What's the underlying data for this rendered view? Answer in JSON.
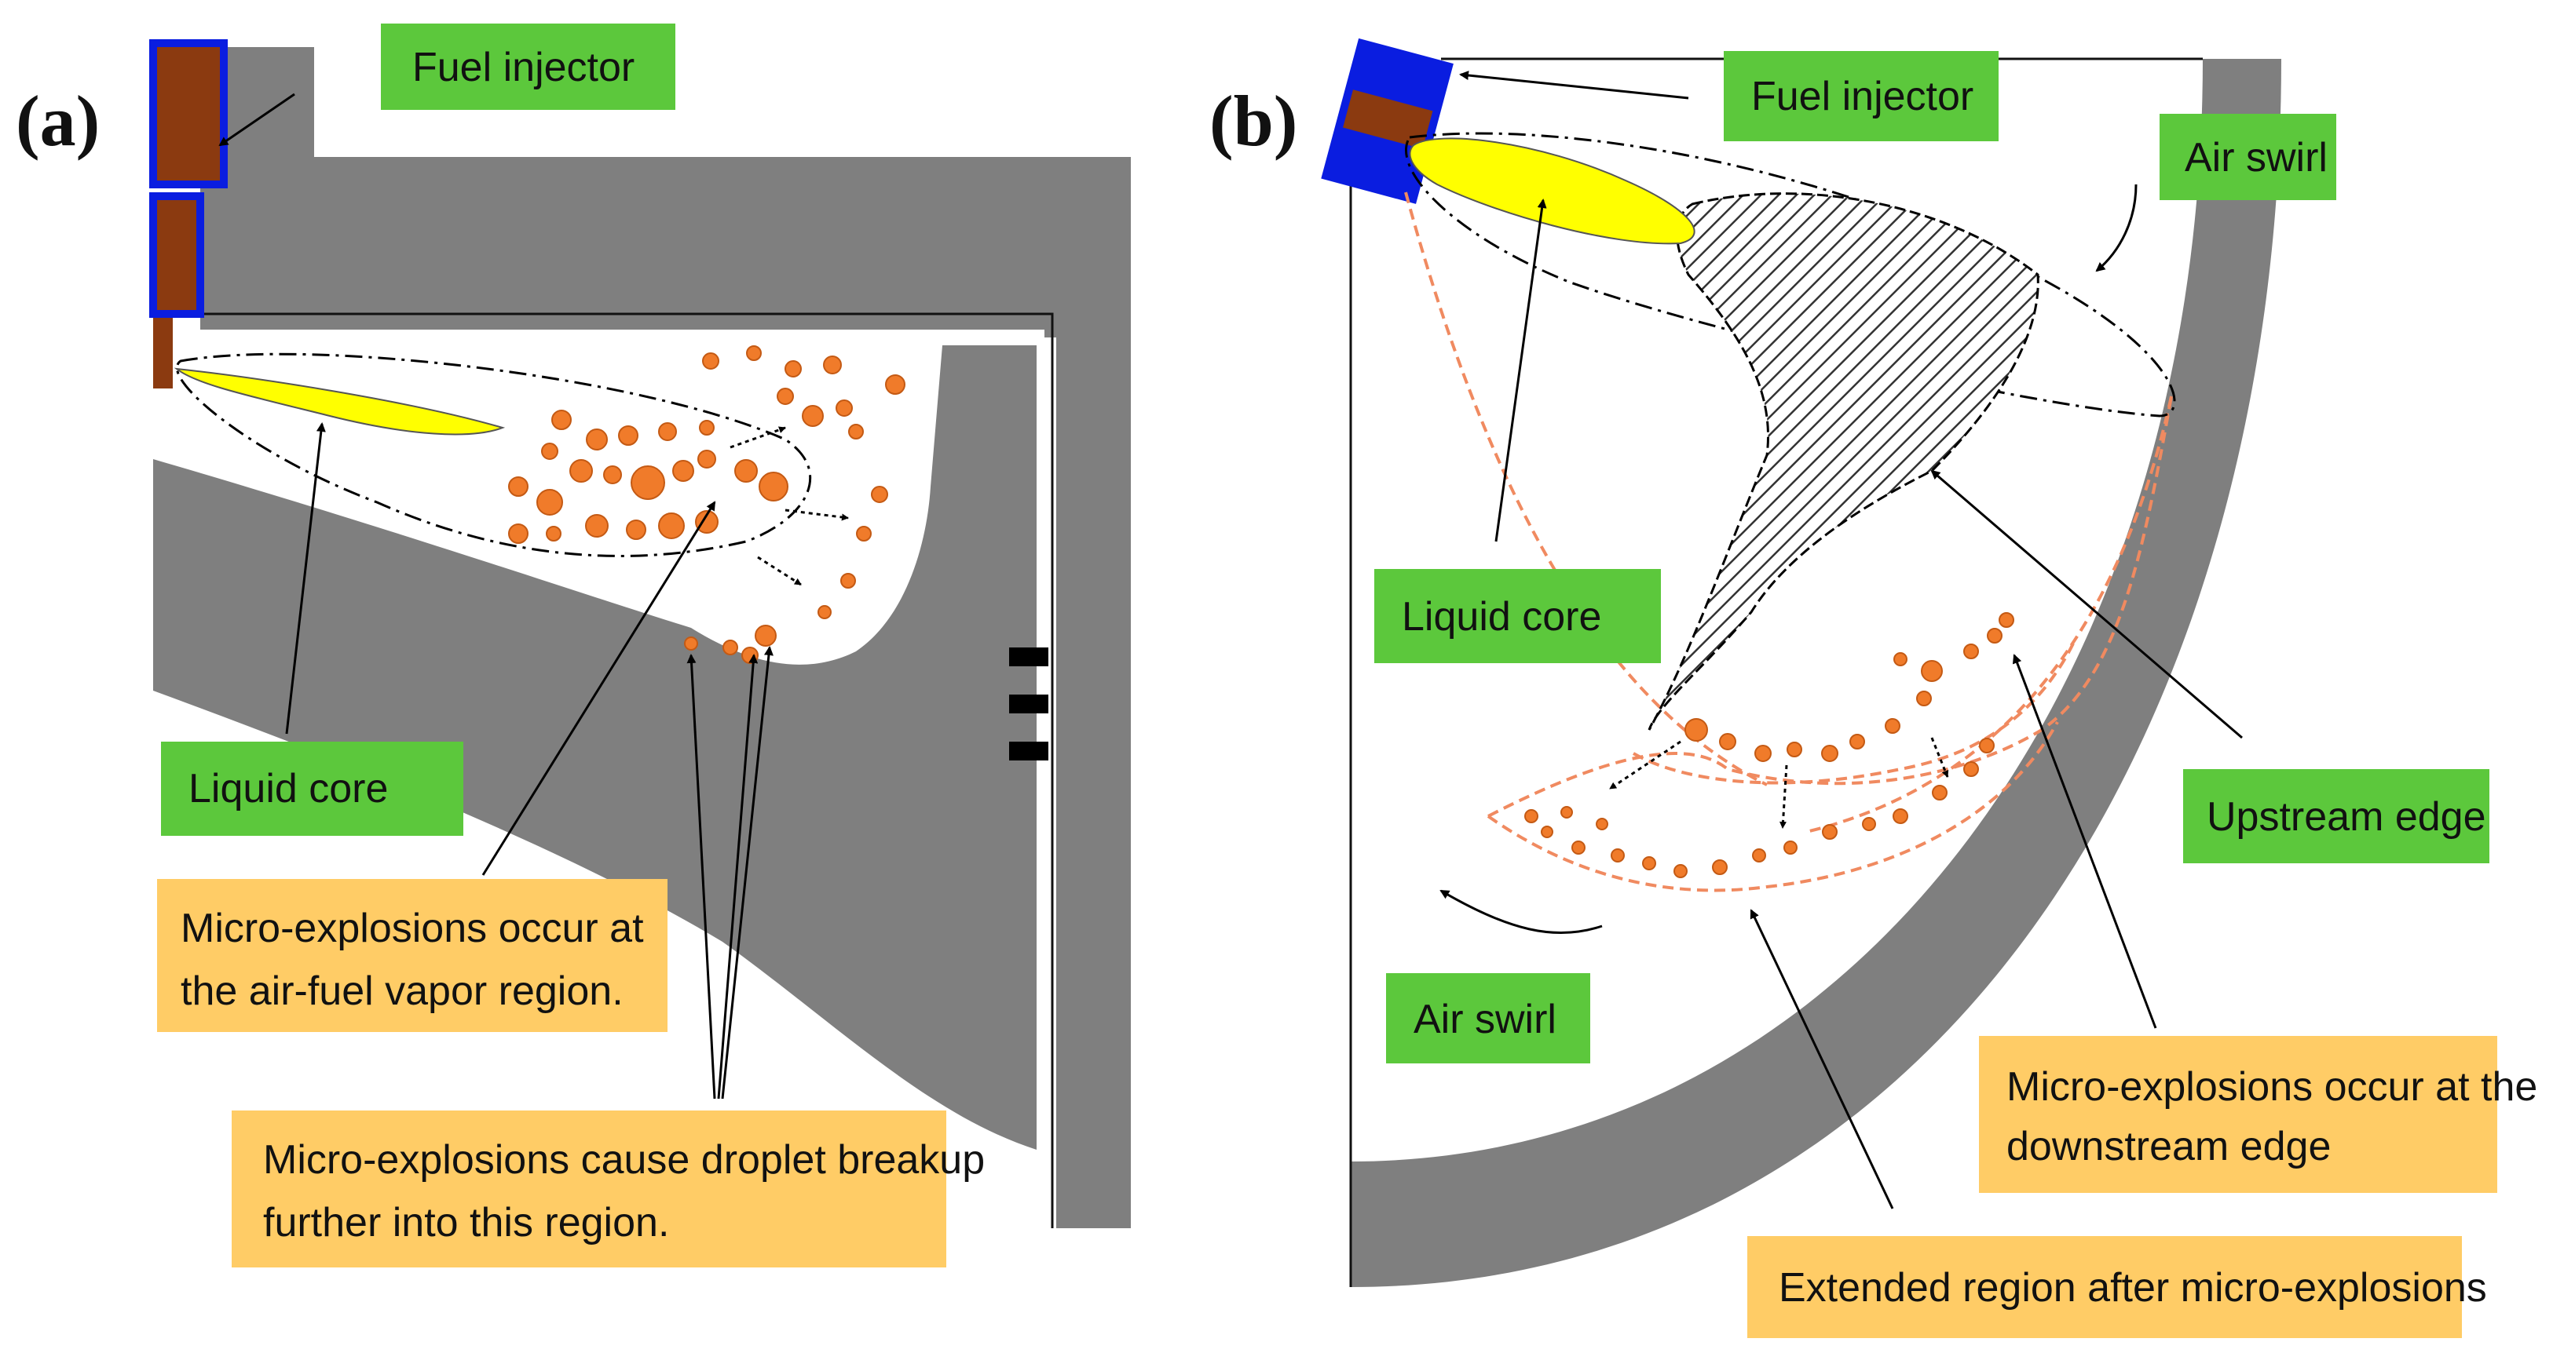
{
  "colors": {
    "wall": "#7f7f7f",
    "injector_body": "#8b3a10",
    "injector_frame": "#0a1de0",
    "liquid_core": "#ffff00",
    "droplet": "#f07b2a",
    "green_label": "#5cc83c",
    "orange_label": "#ffcc66",
    "dashed_orange": "#f08a60"
  },
  "panel_a": {
    "letter": "(a)",
    "labels": {
      "fuel_injector": "Fuel injector",
      "liquid_core": "Liquid core",
      "micro_vapor": [
        "Micro-explosions occur at",
        "the air-fuel vapor region."
      ],
      "micro_breakup": [
        "Micro-explosions cause droplet breakup",
        "further into this region."
      ]
    }
  },
  "panel_b": {
    "letter": "(b)",
    "labels": {
      "fuel_injector": "Fuel injector",
      "air_swirl_top": "Air swirl",
      "liquid_core": "Liquid core",
      "upstream_edge": "Upstream edge",
      "air_swirl_bottom": "Air swirl",
      "micro_downstream": [
        "Micro-explosions occur at the",
        "downstream edge"
      ],
      "extended_region": "Extended region after micro-explosions"
    }
  }
}
